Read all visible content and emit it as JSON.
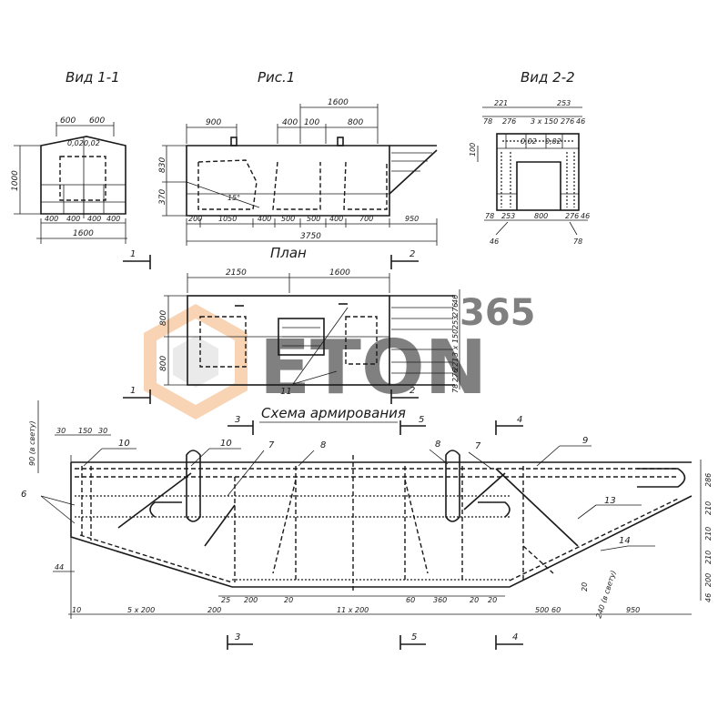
{
  "titles": {
    "view_1": "Вид 1-1",
    "figure": "Рис.1",
    "view_2": "Вид 2-2",
    "plan": "План",
    "rebar_scheme": "Схема армирования"
  },
  "view_1_dims": {
    "top_left": "600",
    "top_right": "600",
    "slope": "0,02",
    "height": "1000",
    "bottom": [
      "400",
      "400",
      "400",
      "400"
    ],
    "total": "1600"
  },
  "figure_dims": {
    "top_900": "900",
    "top_400": "400",
    "top_100": "100",
    "top_800": "800",
    "top_1600": "1600",
    "left_830": "830",
    "left_370": "370",
    "angle": "15°",
    "bottom": [
      "200",
      "1050",
      "400",
      "500",
      "500",
      "400",
      "700",
      "950"
    ],
    "total": "3750"
  },
  "view_2_dims": {
    "top": [
      "221",
      "253",
      "78",
      "276",
      "3 x 150",
      "276",
      "46"
    ],
    "mid": "0,02",
    "slope2": "0,02",
    "left": "100",
    "bottom": [
      "78",
      "253",
      "800",
      "276",
      "46"
    ],
    "foot_left": "46",
    "foot_right": "78"
  },
  "section_marks": {
    "m1": "1",
    "m2": "2",
    "m3": "3",
    "m4": "4",
    "m5": "5"
  },
  "plan_dims": {
    "top_left": "2150",
    "top_right": "1600",
    "left_top": "800",
    "left_bottom": "800",
    "right": [
      "46",
      "276",
      "253",
      "3 x 150",
      "221",
      "276",
      "78"
    ],
    "callout": "11"
  },
  "rebar_dims": {
    "left_vert": "90 (в свету)",
    "top": [
      "30",
      "150",
      "30"
    ],
    "left_44": "44",
    "bottom": [
      "10",
      "5 x 200",
      "200",
      "11 x 200",
      "500",
      "60",
      "950"
    ],
    "inner": [
      "25",
      "200",
      "20",
      "60",
      "360",
      "20",
      "20"
    ],
    "right": [
      "286",
      "210",
      "210",
      "210",
      "200",
      "46"
    ],
    "ann_20": "20",
    "ann_240": "240 (в свету)"
  },
  "rebar_callouts": [
    "6",
    "10",
    "10",
    "7",
    "8",
    "8",
    "7",
    "9",
    "13",
    "14"
  ],
  "watermark": {
    "text_top": "365",
    "text_main": "ETON"
  },
  "colors": {
    "ink": "#1a1a1a",
    "watermark_orange": "#f3b27a",
    "watermark_gray": "#b9b9b9"
  }
}
